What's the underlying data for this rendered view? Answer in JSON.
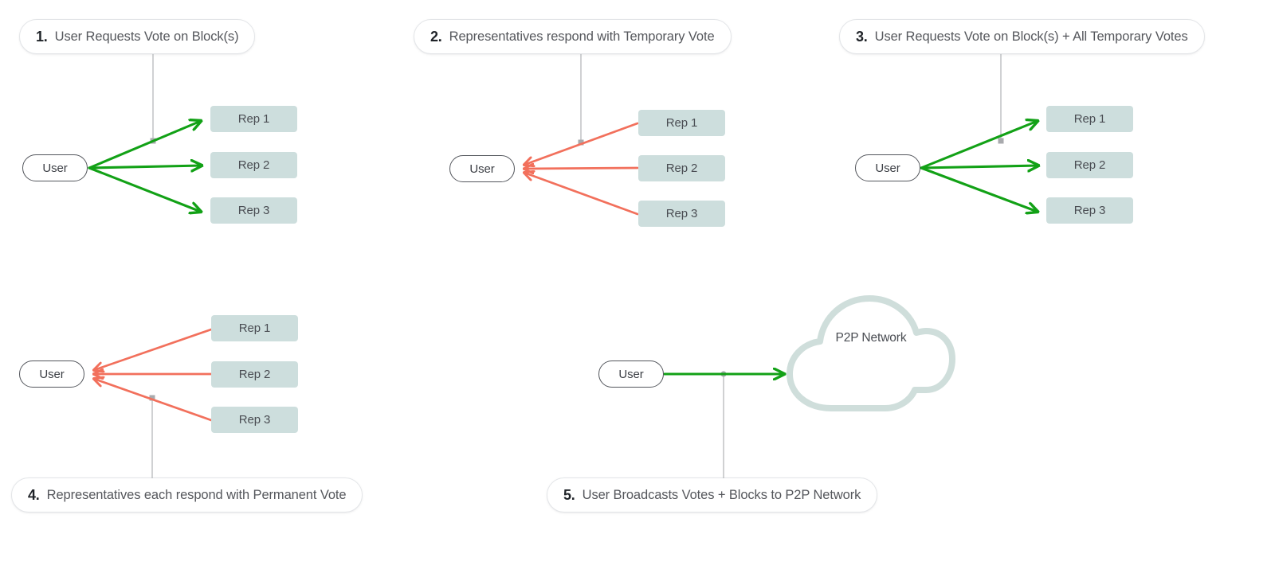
{
  "meta": {
    "background_color": "#ffffff",
    "arrow_green": "#12a116",
    "arrow_red": "#f2705c",
    "rep_box_fill": "#cddedd",
    "cloud_stroke": "#cfdedb",
    "leader_line_color": "#b6b8bb",
    "leader_dot_color": "#a8aaad",
    "pill_border_color": "#e3e5e8",
    "user_border_color": "#53565c",
    "text_muted": "#55575c",
    "text_dark": "#1f2328"
  },
  "steps": [
    {
      "number": "1.",
      "text": "User Requests Vote on Block(s)",
      "node_label": "User",
      "targets": [
        "Rep 1",
        "Rep 2",
        "Rep 3"
      ],
      "direction": "out",
      "arrow_color": "#12a116"
    },
    {
      "number": "2.",
      "text": "Representatives respond with Temporary Vote",
      "node_label": "User",
      "targets": [
        "Rep 1",
        "Rep 2",
        "Rep 3"
      ],
      "direction": "in",
      "arrow_color": "#f2705c"
    },
    {
      "number": "3.",
      "text": "User Requests Vote on Block(s) + All Temporary Votes",
      "node_label": "User",
      "targets": [
        "Rep 1",
        "Rep 2",
        "Rep 3"
      ],
      "direction": "out",
      "arrow_color": "#12a116"
    },
    {
      "number": "4.",
      "text": "Representatives each respond with Permanent Vote",
      "node_label": "User",
      "targets": [
        "Rep 1",
        "Rep 2",
        "Rep 3"
      ],
      "direction": "in",
      "arrow_color": "#f2705c"
    },
    {
      "number": "5.",
      "text": "User Broadcasts Votes + Blocks to P2P Network",
      "node_label": "User",
      "targets": [
        "P2P Network"
      ],
      "direction": "out",
      "arrow_color": "#12a116"
    }
  ]
}
